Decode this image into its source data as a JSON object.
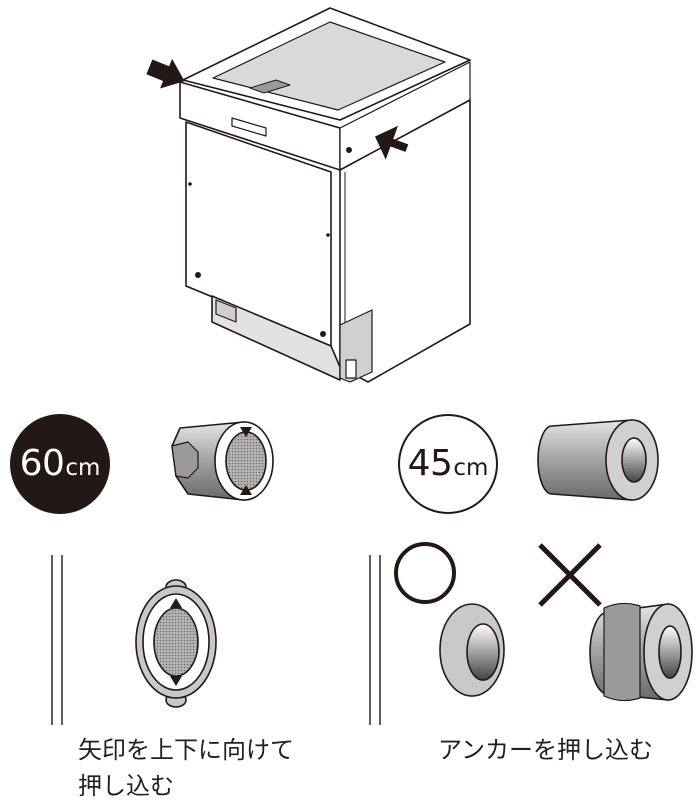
{
  "badge_60": {
    "value": "60",
    "unit": "cm"
  },
  "badge_45": {
    "value": "45",
    "unit": "cm"
  },
  "caption_left": {
    "line1": "矢印を上下に向けて",
    "line2": "押し込む"
  },
  "caption_right": {
    "text": "アンカーを押し込む"
  },
  "colors": {
    "ink": "#231815",
    "panel_gray": "#d9d9d9",
    "metal_gray": "#8c8c8c",
    "badge_fill": "#231815"
  },
  "icons": [
    "arrow-pointer-icon",
    "circle-ok-icon",
    "cross-ng-icon",
    "triangle-arrow-icon"
  ]
}
